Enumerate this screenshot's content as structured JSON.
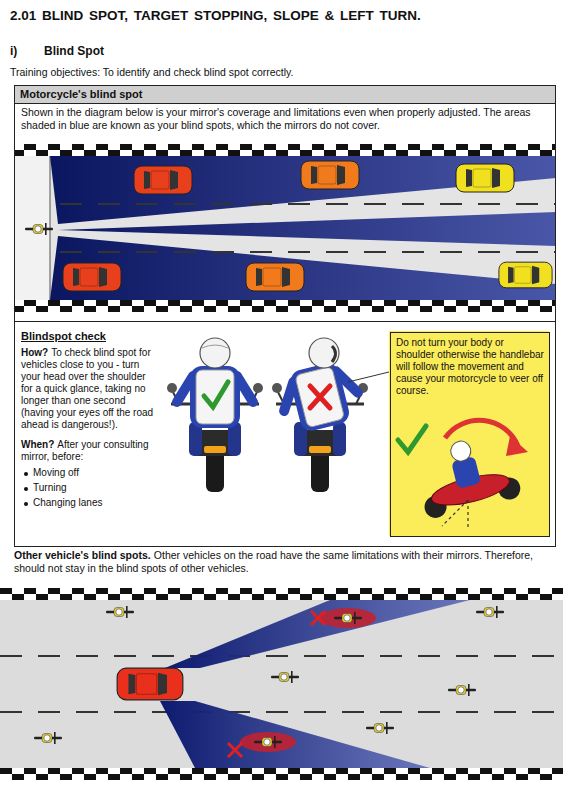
{
  "diagram": {
    "title": "2.01 BLIND SPOT, TARGET STOPPING, SLOPE & LEFT TURN.",
    "nodes": [
      {
        "text": [
          "Motorcycle's blind spot",
          "Shown in the diagram below is your mirror's coverage and limitations even when properly adjusted. The areas shaded in blue are known as your blind spots, which the mirrors do not cover."
        ]
      },
      {
        "text": [
          "Blindspot check",
          "How?",
          "To check blind spot for vehicles close to you - turn your head over the shoulder for a quick glance, taking no longer than one second (having your eyes off the road ahead is dangerous!).",
          "When?",
          "After your consulting mirror, before:",
          "Moving off",
          "Turning",
          "Changing lanes"
        ]
      },
      {
        "text": [
          "Do not turn your body or shoulder otherwise the handlebar will follow the movement and cause your motorcycle to veer off course."
        ],
        "in": 1
      }
    ],
    "labels": [
      "i)",
      "Blind Spot",
      "Training objectives: To identify and check blind spot correctly.",
      "Other vehicle's blind spots.",
      "Other vehicles on the road have the same limitations with their mirrors. Therefore, should not stay in the blind spots of other vehicles."
    ]
  }
}
